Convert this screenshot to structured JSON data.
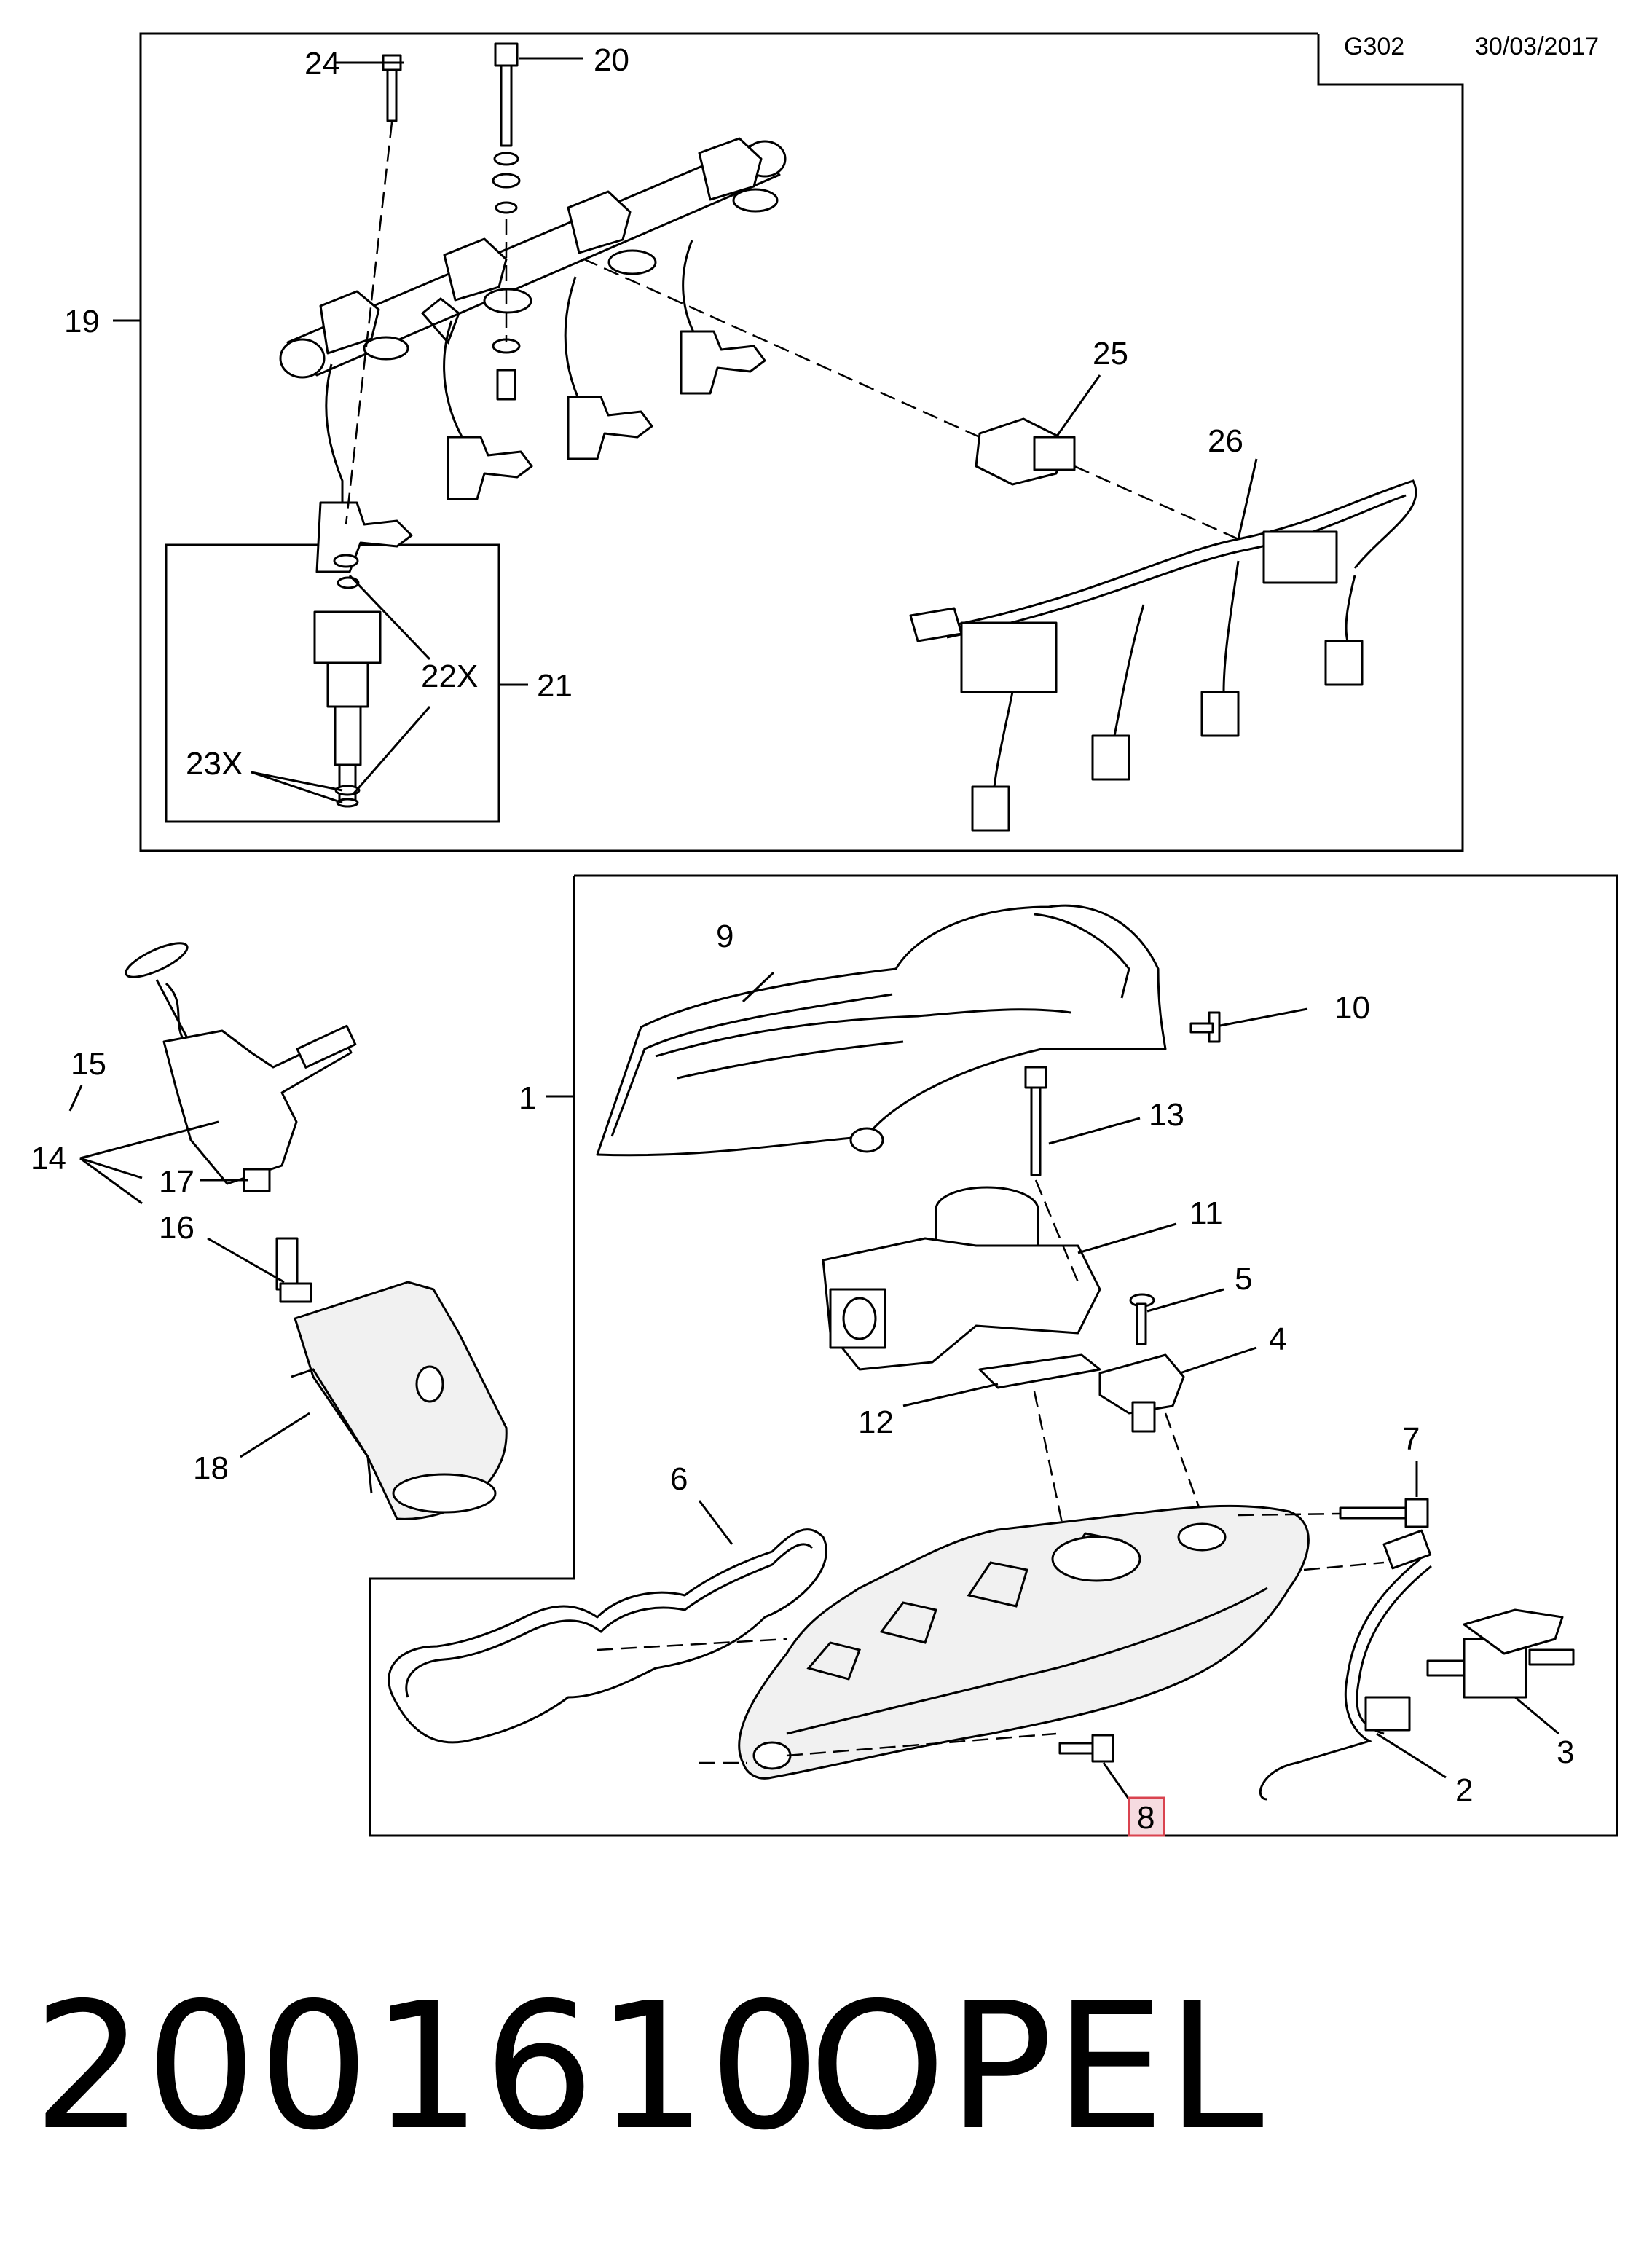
{
  "header": {
    "code": "G302",
    "date": "30/03/2017"
  },
  "callouts": {
    "c1": "1",
    "c2": "2",
    "c3": "3",
    "c4": "4",
    "c5": "5",
    "c6": "6",
    "c7": "7",
    "c8": "8",
    "c9": "9",
    "c10": "10",
    "c11": "11",
    "c12": "12",
    "c13": "13",
    "c14": "14",
    "c15": "15",
    "c16": "16",
    "c17": "17",
    "c18": "18",
    "c19": "19",
    "c20": "20",
    "c21": "21",
    "c22x": "22X",
    "c23x": "23X",
    "c24": "24",
    "c25": "25",
    "c26": "26"
  },
  "highlight": {
    "callout": "8",
    "color": "#d9434f",
    "fill": "#f6dbe0"
  },
  "footer": {
    "part_number": "2001610",
    "brand": "OPEL"
  }
}
